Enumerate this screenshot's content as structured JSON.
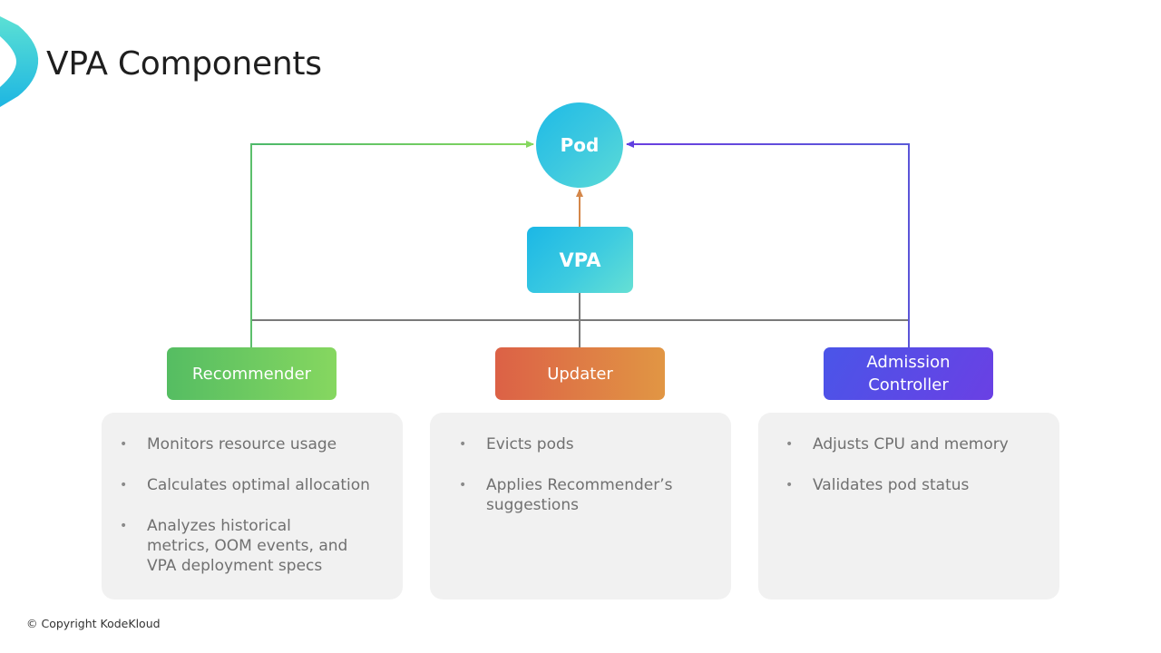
{
  "slide": {
    "title": "VPA Components",
    "footer": "© Copyright KodeKloud"
  },
  "diagram": {
    "nodes": {
      "pod": "Pod",
      "vpa": "VPA"
    },
    "components": [
      {
        "id": "recommender",
        "label": "Recommender",
        "color": "#6ccb5f",
        "connector_color": "#5cc06a",
        "bullets": [
          "Monitors resource usage",
          "Calculates optimal allocation",
          "Analyzes historical metrics, OOM events, and VPA deployment specs"
        ]
      },
      {
        "id": "updater",
        "label": "Updater",
        "color": "#de7a45",
        "connector_color": "#d4874a",
        "bullets": [
          "Evicts pods",
          "Applies Recommender’s suggestions"
        ]
      },
      {
        "id": "admission",
        "label": "Admission Controller",
        "color": "#5a4ae6",
        "connector_color": "#5b4ed8",
        "bullets": [
          "Adjusts CPU and memory",
          "Validates pod status"
        ]
      }
    ],
    "edges": [
      {
        "from": "Recommender",
        "to": "Pod"
      },
      {
        "from": "VPA",
        "to": "Pod"
      },
      {
        "from": "Admission Controller",
        "to": "Pod"
      },
      {
        "from": "VPA",
        "to": "Recommender"
      },
      {
        "from": "VPA",
        "to": "Updater"
      },
      {
        "from": "VPA",
        "to": "Admission Controller"
      }
    ],
    "bus_color": "#7a7a7a",
    "bullet_glyph": "•"
  }
}
